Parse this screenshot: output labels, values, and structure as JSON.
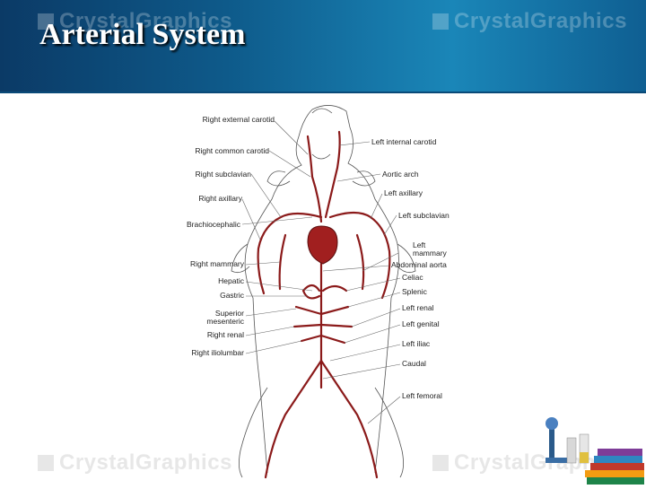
{
  "slide": {
    "title": "Arterial System",
    "watermark": "CrystalGraphics"
  },
  "diagram": {
    "labels_left": [
      "Right external carotid",
      "Right common carotid",
      "Right subclavian",
      "Right axillary",
      "Brachiocephalic",
      "Right mammary",
      "Hepatic",
      "Gastric",
      "Superior mesenteric",
      "Right renal",
      "Right iliolumbar"
    ],
    "labels_right": [
      "Left internal carotid",
      "Aortic arch",
      "Left axillary",
      "Left subclavian",
      "Left mammary",
      "Abdominal aorta",
      "Celiac",
      "Splenic",
      "Left renal",
      "Left genital",
      "Left iliac",
      "Caudal",
      "Left femoral"
    ]
  },
  "colors": {
    "header_dark": "#0b3a66",
    "header_light": "#1a86b8",
    "artery": "#8b1a1a",
    "heart": "#a11f1f"
  }
}
